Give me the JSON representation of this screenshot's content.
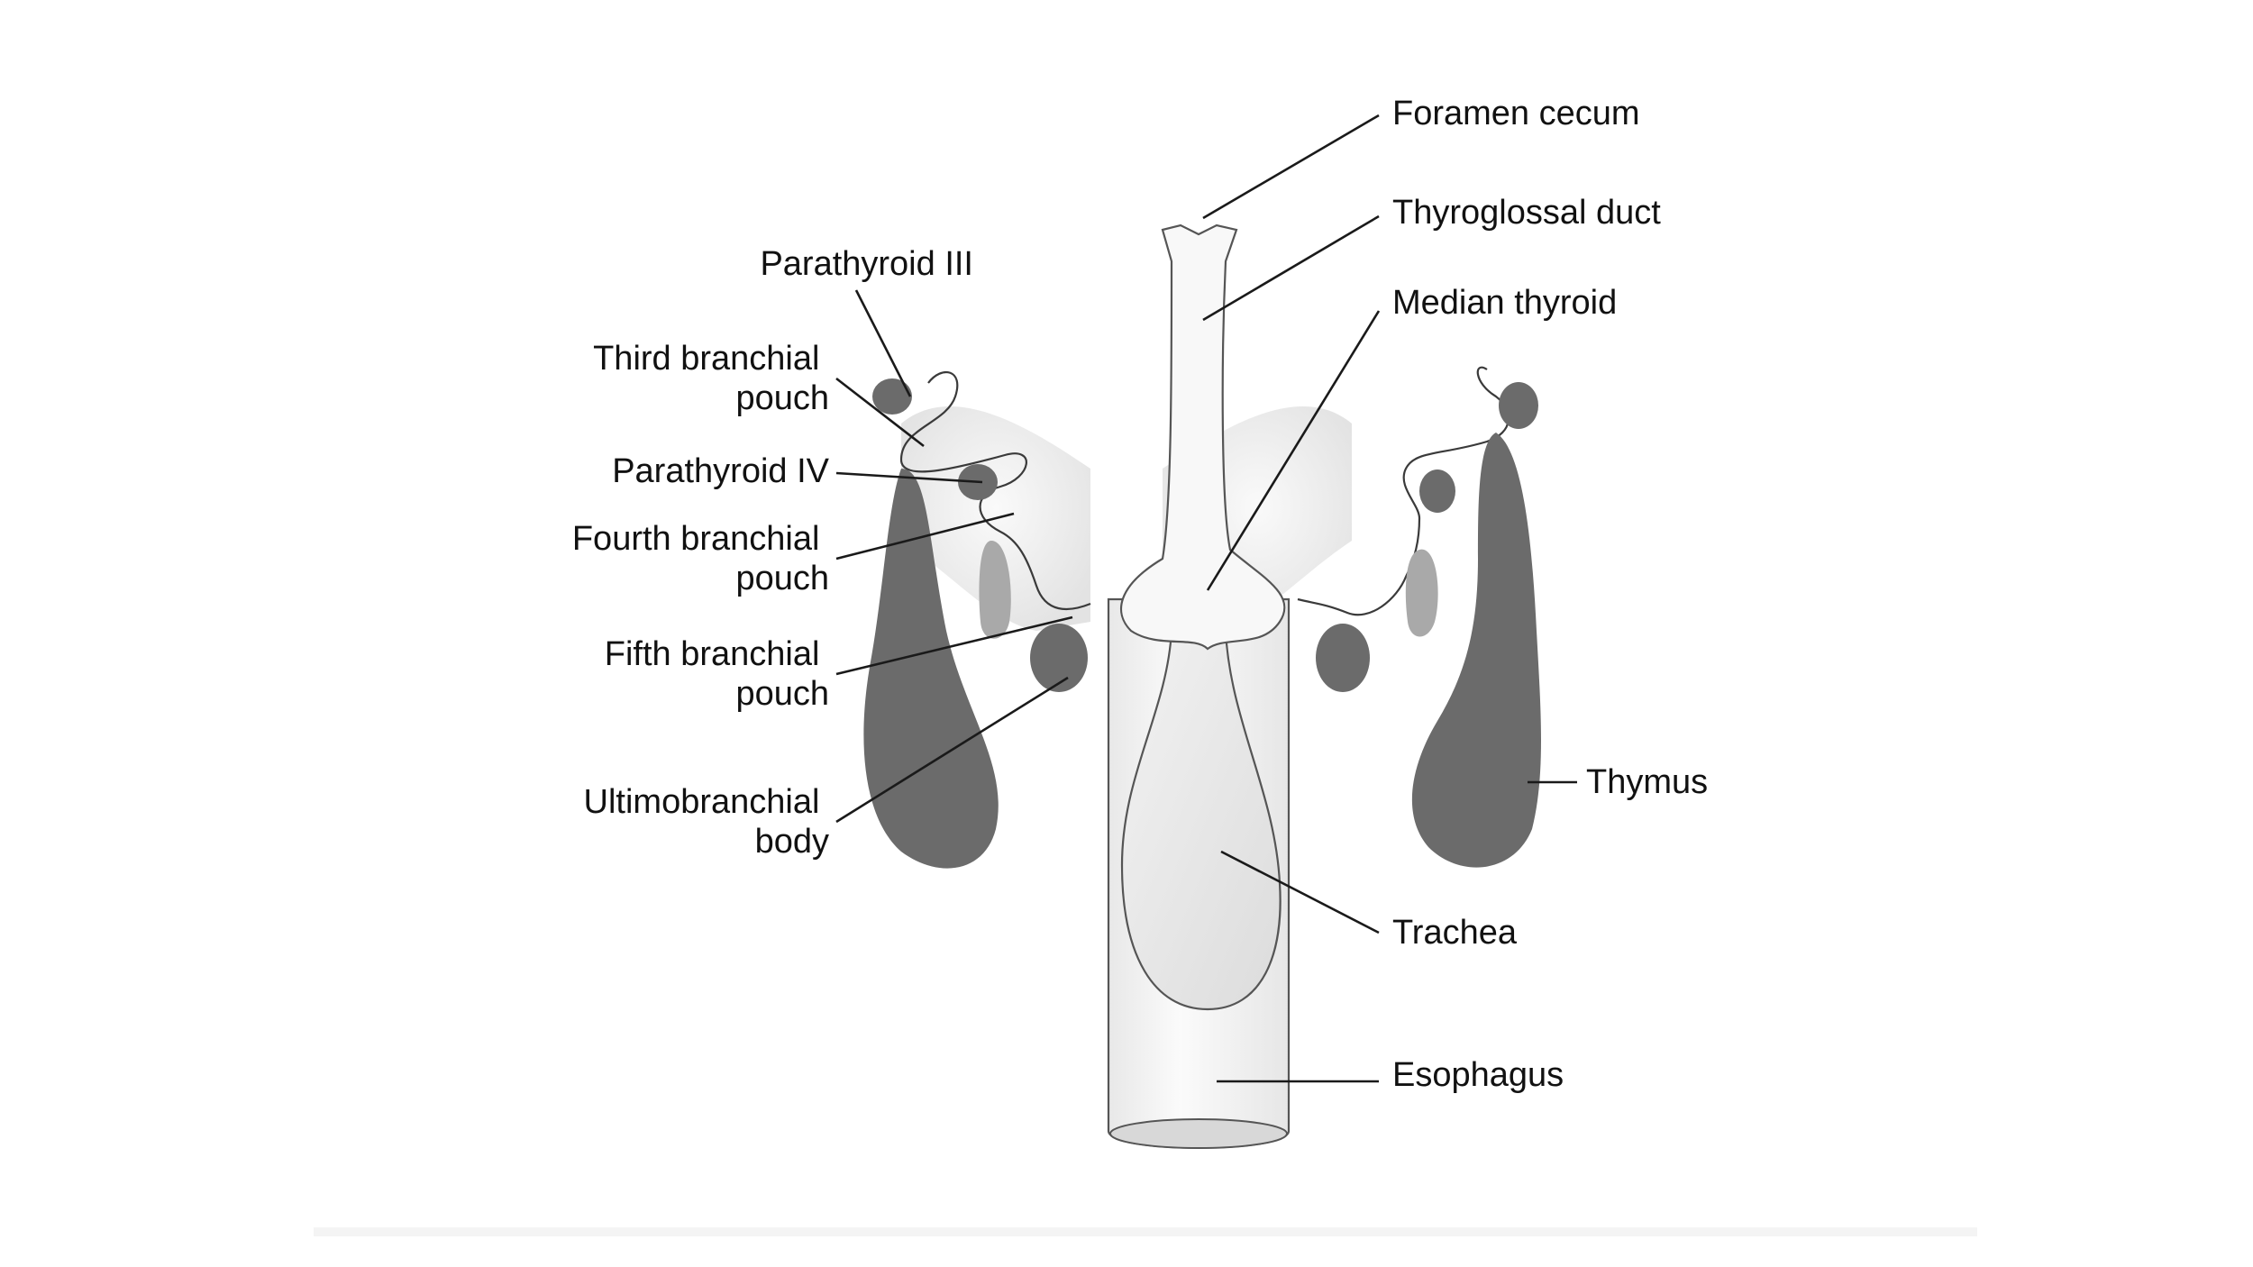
{
  "diagram": {
    "labels": {
      "foramen_cecum": "Foramen cecum",
      "thyroglossal_duct": "Thyroglossal duct",
      "median_thyroid": "Median thyroid",
      "parathyroid_iii": "Parathyroid III",
      "third_branchial_pouch": [
        "Third branchial",
        "pouch"
      ],
      "parathyroid_iv": "Parathyroid IV",
      "fourth_branchial_pouch": [
        "Fourth branchial",
        "pouch"
      ],
      "fifth_branchial_pouch": [
        "Fifth branchial",
        "pouch"
      ],
      "ultimobranchial_body": [
        "Ultimobranchial",
        "body"
      ],
      "thymus": "Thymus",
      "trachea": "Trachea",
      "esophagus": "Esophagus"
    },
    "colors": {
      "gland_dark": "#6b6b6b",
      "gland_light": "#a9a9a9",
      "tissue": "#ececec",
      "tube": "#f7f7f7",
      "line": "#1a1a1a"
    }
  }
}
